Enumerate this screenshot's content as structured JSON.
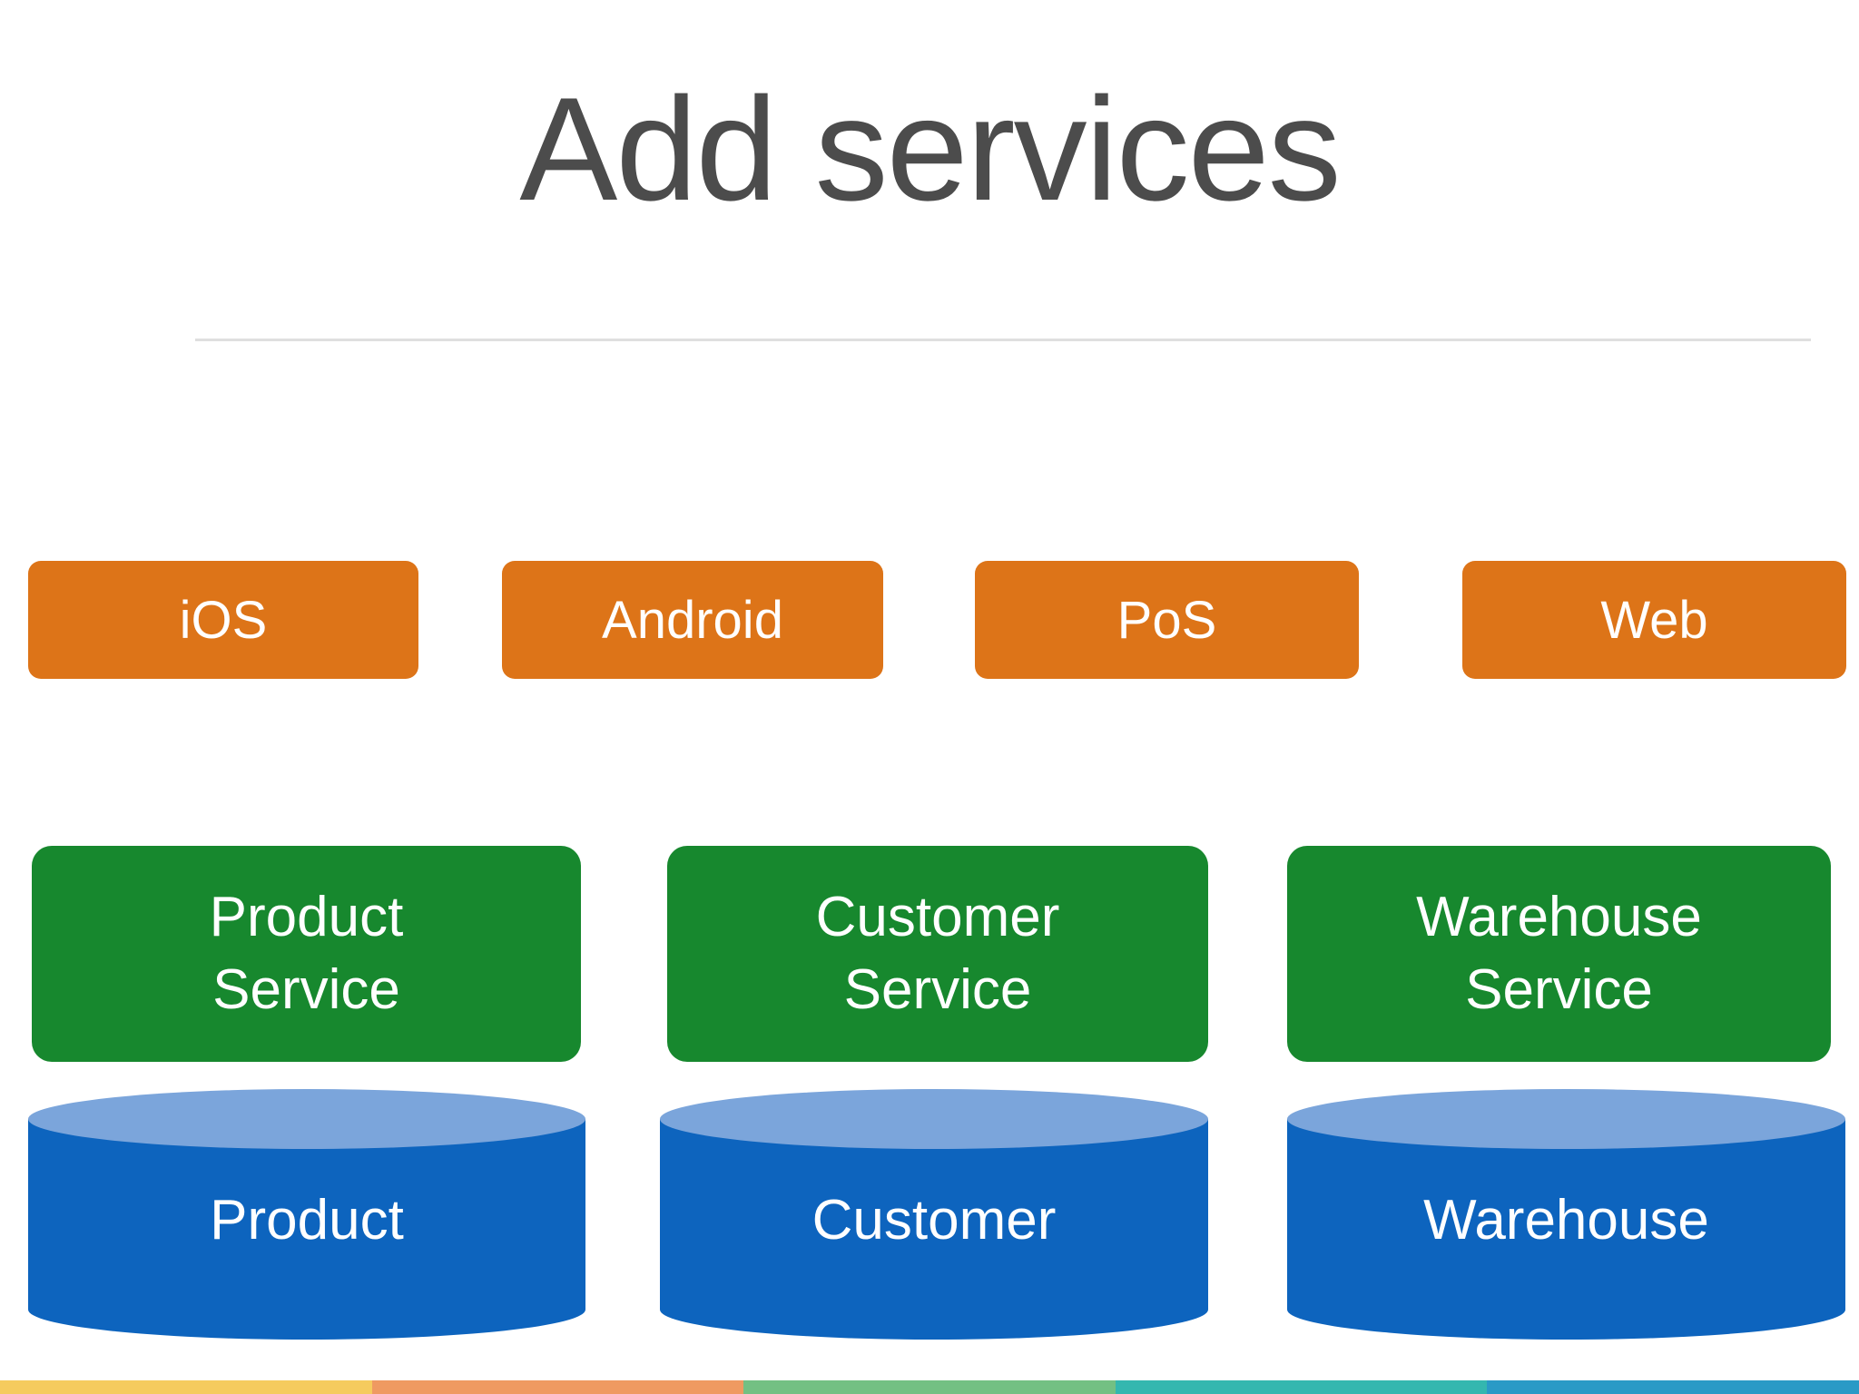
{
  "slide": {
    "title": "Add services",
    "title_color": "#4c4c4c",
    "divider_color": "#dfdfdf",
    "background_color": "#ffffff"
  },
  "clients": {
    "box_color": "#dd7418",
    "text_color": "#ffffff",
    "items": [
      {
        "label": "iOS"
      },
      {
        "label": "Android"
      },
      {
        "label": "PoS"
      },
      {
        "label": "Web"
      }
    ]
  },
  "services": {
    "box_color": "#17882e",
    "text_color": "#ffffff",
    "items": [
      {
        "line1": "Product",
        "line2": "Service"
      },
      {
        "line1": "Customer",
        "line2": "Service"
      },
      {
        "line1": "Warehouse",
        "line2": "Service"
      }
    ]
  },
  "databases": {
    "body_color": "#0d64be",
    "top_color": "#7ba5db",
    "text_color": "#ffffff",
    "items": [
      {
        "label": "Product"
      },
      {
        "label": "Customer"
      },
      {
        "label": "Warehouse"
      }
    ]
  },
  "footer_bar": {
    "segments": [
      {
        "name": "yellow",
        "color": "#f5cb5e"
      },
      {
        "name": "orange",
        "color": "#ef9a61"
      },
      {
        "name": "green",
        "color": "#73c083"
      },
      {
        "name": "teal",
        "color": "#34b7af"
      },
      {
        "name": "blue",
        "color": "#2a9ac6"
      }
    ]
  }
}
